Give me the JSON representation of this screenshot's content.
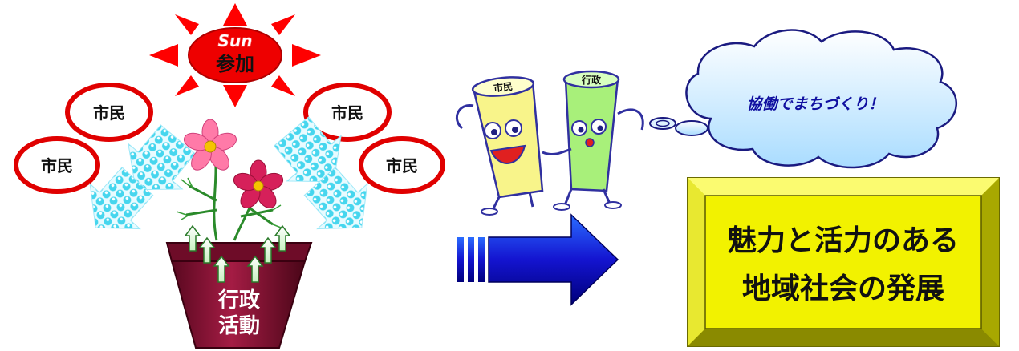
{
  "sun": {
    "top_text": "Sun",
    "main_text": "参加"
  },
  "citizens": [
    {
      "label": "市民"
    },
    {
      "label": "市民"
    },
    {
      "label": "市民"
    },
    {
      "label": "市民"
    }
  ],
  "pot": {
    "line1": "行政",
    "line2": "活動"
  },
  "characters": {
    "citizen": "市民",
    "government": "行政"
  },
  "speech": {
    "text": "協働でまちづくり！"
  },
  "result": {
    "line1": "魅力と活力のある",
    "line2": "地域社会の発展"
  },
  "colors": {
    "sun_red": "#ff0000",
    "ring_red": "#e00000",
    "pot": "#8a1434",
    "arrow_blue": "#1010c8",
    "plate_yellow": "#f0f000",
    "cloud": "#bfe7ff",
    "cyan_arrows": "#30d8f0"
  }
}
